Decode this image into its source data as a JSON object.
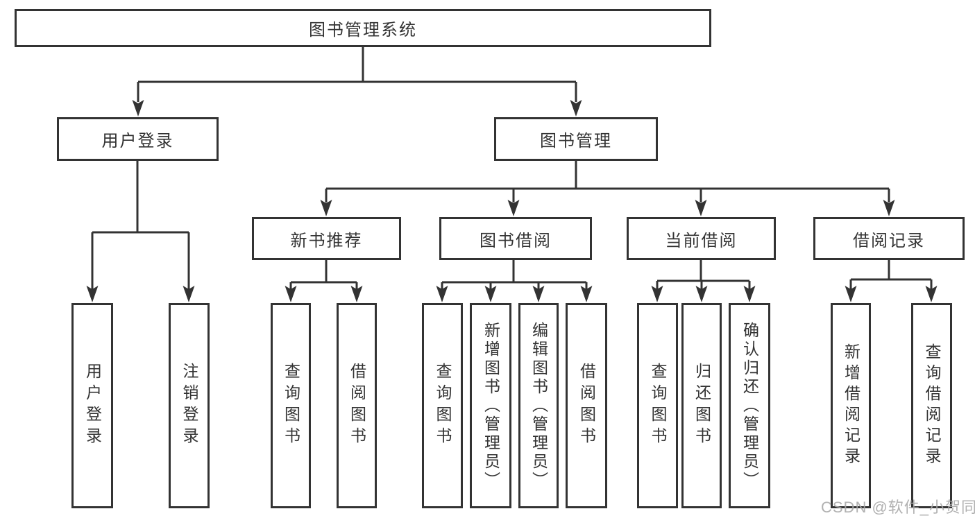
{
  "diagram": {
    "title": "图书管理系统",
    "root": {
      "label": "图书管理系统"
    },
    "level2": [
      {
        "label": "用户登录"
      },
      {
        "label": "图书管理"
      }
    ],
    "level3": [
      {
        "label": "新书推荐",
        "parent": "图书管理"
      },
      {
        "label": "图书借阅",
        "parent": "图书管理"
      },
      {
        "label": "当前借阅",
        "parent": "图书管理"
      },
      {
        "label": "借阅记录",
        "parent": "图书管理"
      }
    ],
    "leaves": [
      {
        "label": "用户登录",
        "parent": "用户登录"
      },
      {
        "label": "注销登录",
        "parent": "用户登录"
      },
      {
        "label": "查询图书",
        "parent": "新书推荐"
      },
      {
        "label": "借阅图书",
        "parent": "新书推荐"
      },
      {
        "label": "查询图书",
        "parent": "图书借阅"
      },
      {
        "label": "新增图书（管理员）",
        "parent": "图书借阅"
      },
      {
        "label": "编辑图书（管理员）",
        "parent": "图书借阅"
      },
      {
        "label": "借阅图书",
        "parent": "图书借阅"
      },
      {
        "label": "查询图书",
        "parent": "当前借阅"
      },
      {
        "label": "归还图书",
        "parent": "当前借阅"
      },
      {
        "label": "确认归还（管理员）",
        "parent": "当前借阅"
      },
      {
        "label": "新增借阅记录",
        "parent": "借阅记录"
      },
      {
        "label": "查询借阅记录",
        "parent": "借阅记录"
      }
    ]
  },
  "watermark": {
    "text": "CSDN @软件_小贺同学"
  },
  "colors": {
    "line": "#333333",
    "box_border": "#333333",
    "text": "#333333",
    "watermark": "#a9a9a9",
    "background": "#ffffff"
  }
}
